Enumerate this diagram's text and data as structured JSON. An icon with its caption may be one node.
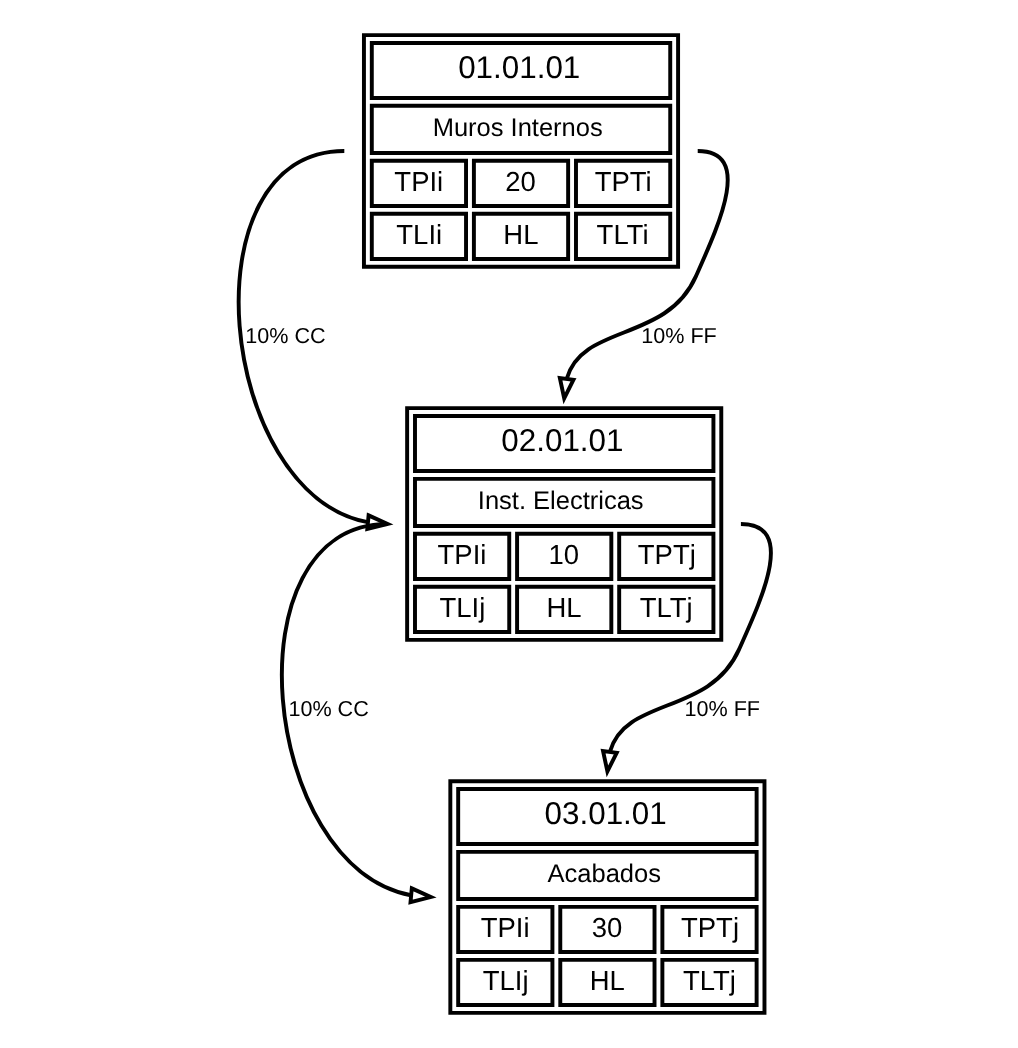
{
  "diagram": {
    "nodes": [
      {
        "text": [
          "01.01.01",
          "Muros Internos",
          "TPIi",
          "20",
          "TPTi",
          "TLIi",
          "HL",
          "TLTi"
        ]
      },
      {
        "text": [
          "02.01.01",
          "Inst. Electricas",
          "TPIi",
          "10",
          "TPTj",
          "TLIj",
          "HL",
          "TLTj"
        ]
      },
      {
        "text": [
          "03.01.01",
          "Acabados",
          "TPIi",
          "30",
          "TPTj",
          "TLIj",
          "HL",
          "TLTj"
        ]
      }
    ],
    "edges": [
      {
        "from": 0,
        "to": 1,
        "arrow": "to",
        "label": "10% FF"
      },
      {
        "from": 0,
        "to": 1,
        "arrow": "to",
        "label": "10% CC"
      },
      {
        "from": 1,
        "to": 2,
        "arrow": "to",
        "label": "10% FF"
      },
      {
        "from": 1,
        "to": 2,
        "arrow": "to",
        "label": "10% CC"
      }
    ]
  }
}
